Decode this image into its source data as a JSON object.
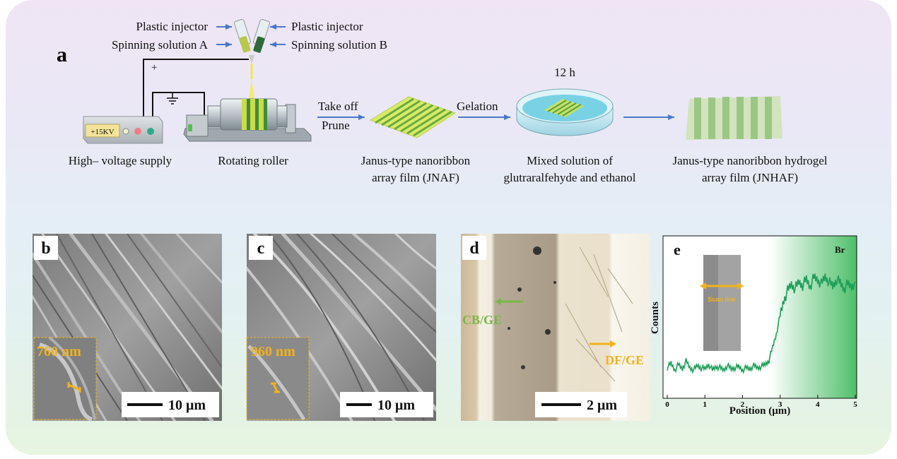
{
  "panel_a": {
    "letter": "a",
    "plastic_injector_left": "Plastic injector",
    "plastic_injector_right": "Plastic injector",
    "spinning_solution_a": "Spinning solution A",
    "spinning_solution_b": "Spinning solution B",
    "plus_sign": "+",
    "supply_display": "+15KV",
    "high_voltage_label": "High–  voltage supply",
    "rotating_roller_label": "Rotating roller",
    "take_off": "Take off",
    "prune": "Prune",
    "jnaf_line1": "Janus-type nanoribbon",
    "jnaf_line2": "array film (JNAF)",
    "gelation": "Gelation",
    "time_label": "12 h",
    "mixed_line1": "Mixed solution of",
    "mixed_line2": "glutraralfehyde and ethanol",
    "jnhaf_line1": "Janus-type nanoribbon hydrogel",
    "jnhaf_line2": "array film (JNHAF)"
  },
  "panel_b": {
    "letter": "b",
    "size_label": "760 nm",
    "scale_label": "10 μm"
  },
  "panel_c": {
    "letter": "c",
    "size_label": "960 nm",
    "scale_label": "10 μm"
  },
  "panel_d": {
    "letter": "d",
    "left_label": "CB/GE",
    "right_label": "DF/GE",
    "scale_label": "2 μm"
  },
  "panel_e": {
    "letter": "e",
    "element_label": "Br",
    "scan_label": "Scan line"
  },
  "colors": {
    "accent_yellow": "#f2b21c",
    "accent_green": "#7ab648",
    "arrow_blue": "#4a78c8",
    "curve_green": "#1f9e5a"
  },
  "chart_data": {
    "type": "line",
    "xlabel": "Position (μm)",
    "ylabel": "Counts",
    "xlim": [
      0,
      5
    ],
    "xticks": [
      "0",
      "1",
      "2",
      "3",
      "4",
      "5"
    ],
    "series": [
      {
        "name": "Br",
        "x": [
          0,
          0.1,
          0.2,
          0.3,
          0.4,
          0.5,
          0.6,
          0.7,
          0.8,
          0.9,
          1.0,
          1.1,
          1.2,
          1.3,
          1.4,
          1.5,
          1.6,
          1.7,
          1.8,
          1.9,
          2.0,
          2.1,
          2.2,
          2.3,
          2.4,
          2.5,
          2.6,
          2.7,
          2.8,
          2.9,
          3.0,
          3.1,
          3.2,
          3.3,
          3.4,
          3.5,
          3.6,
          3.7,
          3.8,
          3.9,
          4.0,
          4.1,
          4.2,
          4.3,
          4.4,
          4.5,
          4.6,
          4.7,
          4.8,
          4.9,
          5.0
        ],
        "y": [
          0.12,
          0.16,
          0.1,
          0.15,
          0.11,
          0.18,
          0.12,
          0.1,
          0.14,
          0.12,
          0.11,
          0.15,
          0.1,
          0.13,
          0.12,
          0.1,
          0.14,
          0.11,
          0.12,
          0.13,
          0.1,
          0.12,
          0.11,
          0.14,
          0.12,
          0.13,
          0.15,
          0.18,
          0.3,
          0.42,
          0.58,
          0.72,
          0.8,
          0.86,
          0.82,
          0.88,
          0.85,
          0.9,
          0.84,
          0.92,
          0.9,
          0.86,
          0.93,
          0.88,
          0.84,
          0.9,
          0.87,
          0.82,
          0.86,
          0.84,
          0.88
        ]
      }
    ]
  }
}
